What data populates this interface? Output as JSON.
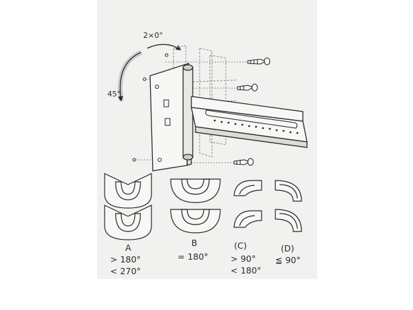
{
  "diagram": {
    "rotation_top": "2×0°",
    "rotation_side": "45°"
  },
  "options": [
    {
      "letter": "A",
      "line1": "> 180°",
      "line2": "< 270°"
    },
    {
      "letter": "B",
      "line1": "= 180°",
      "line2": ""
    },
    {
      "letter": "(C)",
      "line1": "> 90°",
      "line2": "< 180°"
    },
    {
      "letter": "(D)",
      "line1": "≦ 90°",
      "line2": ""
    }
  ],
  "colors": {
    "paper": "#f1f1ef",
    "ink": "#2a2a2a",
    "dash": "#8a8a8a"
  }
}
